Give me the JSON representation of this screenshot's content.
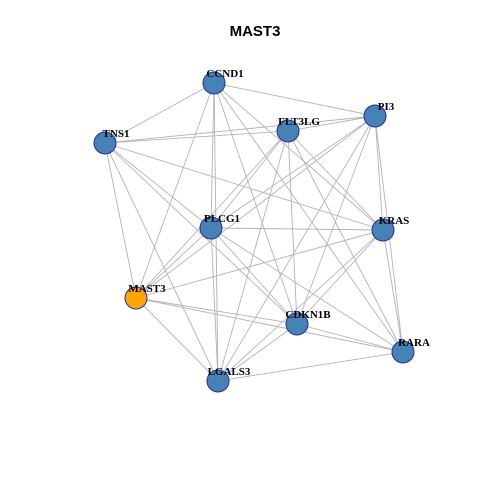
{
  "title": "MAST3",
  "colors": {
    "default_node": "#4682b4",
    "highlight_node": "#ffa500",
    "highlight_stroke": "#333333",
    "node_stroke": "#1f2fa8",
    "edge": "#b3b3b3"
  },
  "nodes": [
    {
      "id": "CCND1",
      "label": "CCND1",
      "highlight": false
    },
    {
      "id": "PI3",
      "label": "PI3",
      "highlight": false
    },
    {
      "id": "FLT3LG",
      "label": "FLT3LG",
      "highlight": false
    },
    {
      "id": "TNS1",
      "label": "TNS1",
      "highlight": false
    },
    {
      "id": "PLCG1",
      "label": "PLCG1",
      "highlight": false
    },
    {
      "id": "KRAS",
      "label": "KRAS",
      "highlight": false
    },
    {
      "id": "MAST3",
      "label": "MAST3",
      "highlight": true
    },
    {
      "id": "CDKN1B",
      "label": "CDKN1B",
      "highlight": false
    },
    {
      "id": "RARA",
      "label": "RARA",
      "highlight": false
    },
    {
      "id": "LGALS3",
      "label": "LGALS3",
      "highlight": false
    }
  ],
  "edges": [
    [
      "CCND1",
      "PI3"
    ],
    [
      "CCND1",
      "TNS1"
    ],
    [
      "CCND1",
      "PLCG1"
    ],
    [
      "CCND1",
      "KRAS"
    ],
    [
      "CCND1",
      "CDKN1B"
    ],
    [
      "CCND1",
      "RARA"
    ],
    [
      "CCND1",
      "LGALS3"
    ],
    [
      "CCND1",
      "MAST3"
    ],
    [
      "PI3",
      "FLT3LG"
    ],
    [
      "PI3",
      "TNS1"
    ],
    [
      "PI3",
      "PLCG1"
    ],
    [
      "PI3",
      "KRAS"
    ],
    [
      "PI3",
      "CDKN1B"
    ],
    [
      "PI3",
      "RARA"
    ],
    [
      "PI3",
      "LGALS3"
    ],
    [
      "PI3",
      "MAST3"
    ],
    [
      "FLT3LG",
      "TNS1"
    ],
    [
      "FLT3LG",
      "PLCG1"
    ],
    [
      "FLT3LG",
      "KRAS"
    ],
    [
      "FLT3LG",
      "CDKN1B"
    ],
    [
      "FLT3LG",
      "RARA"
    ],
    [
      "FLT3LG",
      "LGALS3"
    ],
    [
      "FLT3LG",
      "MAST3"
    ],
    [
      "TNS1",
      "PLCG1"
    ],
    [
      "TNS1",
      "KRAS"
    ],
    [
      "TNS1",
      "CDKN1B"
    ],
    [
      "TNS1",
      "MAST3"
    ],
    [
      "TNS1",
      "LGALS3"
    ],
    [
      "PLCG1",
      "KRAS"
    ],
    [
      "PLCG1",
      "CDKN1B"
    ],
    [
      "PLCG1",
      "RARA"
    ],
    [
      "PLCG1",
      "LGALS3"
    ],
    [
      "PLCG1",
      "MAST3"
    ],
    [
      "KRAS",
      "CDKN1B"
    ],
    [
      "KRAS",
      "RARA"
    ],
    [
      "KRAS",
      "LGALS3"
    ],
    [
      "KRAS",
      "MAST3"
    ],
    [
      "MAST3",
      "CDKN1B"
    ],
    [
      "MAST3",
      "RARA"
    ],
    [
      "MAST3",
      "LGALS3"
    ],
    [
      "CDKN1B",
      "RARA"
    ],
    [
      "CDKN1B",
      "LGALS3"
    ],
    [
      "RARA",
      "LGALS3"
    ]
  ]
}
